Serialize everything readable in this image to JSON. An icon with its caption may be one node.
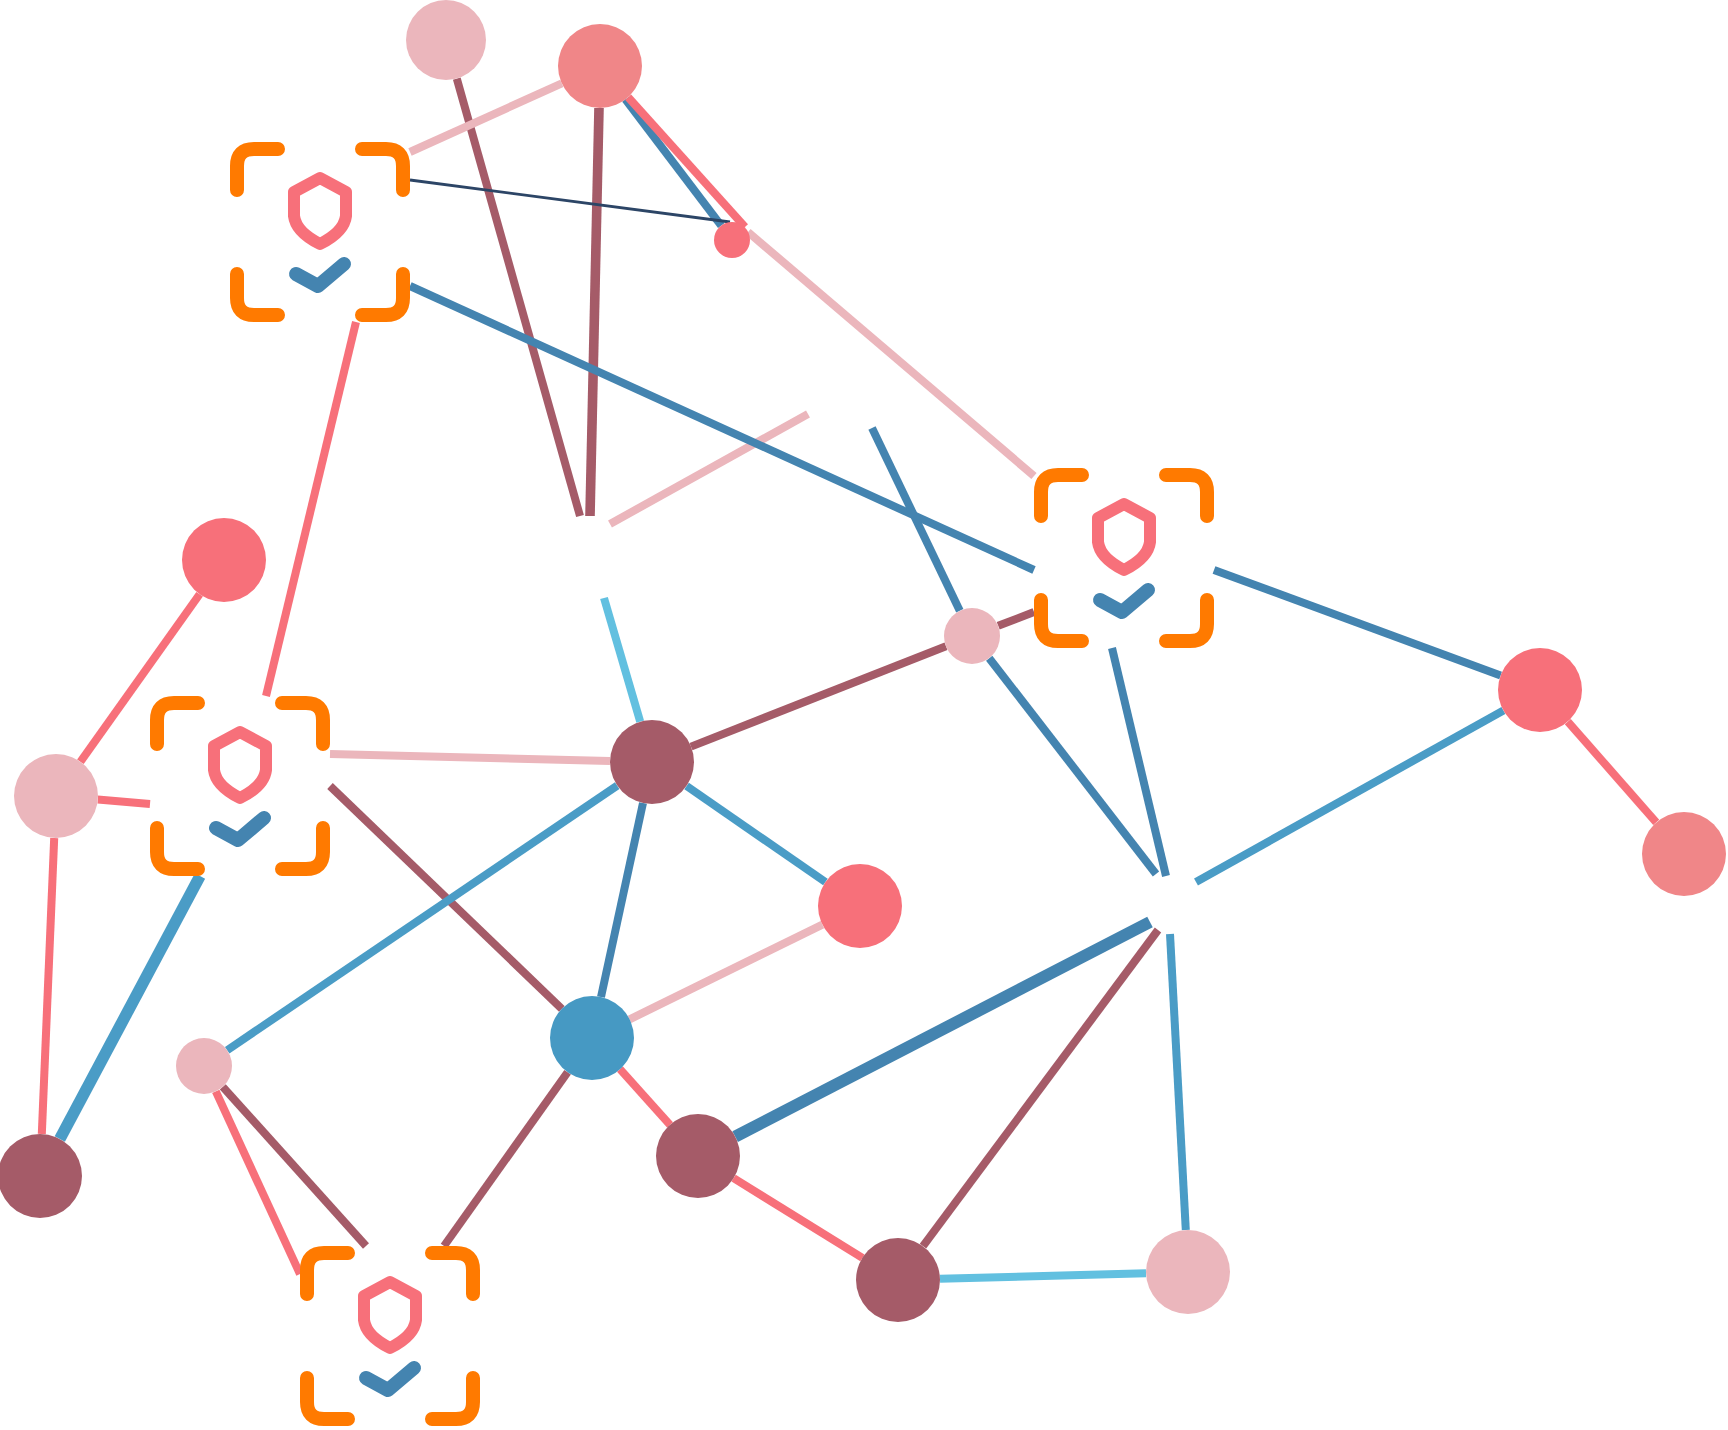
{
  "diagram": {
    "nodes": [
      {
        "text": [],
        "shape": "circle"
      },
      {
        "text": [],
        "shape": "circle"
      },
      {
        "text": [],
        "shape": "shield"
      },
      {
        "text": [],
        "shape": "circle"
      },
      {
        "text": [],
        "shape": "circle"
      },
      {
        "text": [],
        "shape": "shield"
      },
      {
        "text": [],
        "shape": "circle"
      },
      {
        "text": [],
        "shape": "circle"
      },
      {
        "text": [],
        "shape": "circle"
      },
      {
        "text": [],
        "shape": "shield"
      },
      {
        "text": [],
        "shape": "circle"
      },
      {
        "text": [],
        "shape": "circle"
      },
      {
        "text": [],
        "shape": "circle"
      },
      {
        "text": [],
        "shape": "circle"
      },
      {
        "text": [],
        "shape": "circle"
      },
      {
        "text": [],
        "shape": "circle"
      },
      {
        "text": [],
        "shape": "circle"
      },
      {
        "text": [],
        "shape": "shield"
      },
      {
        "text": [],
        "shape": "circle"
      },
      {
        "text": [],
        "shape": "circle"
      }
    ],
    "edges": [
      {
        "from": 0,
        "to": null,
        "arrow": "none",
        "color": "#a55b68"
      },
      {
        "from": 1,
        "to": 2,
        "arrow": "none",
        "color": "#ebb6bc"
      },
      {
        "from": 1,
        "to": null,
        "arrow": "none",
        "color": "#a55b68"
      },
      {
        "from": 1,
        "to": 3,
        "arrow": "none",
        "color": "#4484b0"
      },
      {
        "from": 1,
        "to": 3,
        "arrow": "none"
      },
      {
        "from": 2,
        "to": 3,
        "arrow": "none",
        "color": "#2c4566"
      },
      {
        "from": 2,
        "to": 5,
        "arrow": "none",
        "color": "#4484b0"
      },
      {
        "from": 2,
        "to": 9,
        "arrow": "none"
      },
      {
        "from": 3,
        "to": 5,
        "arrow": "none",
        "color": "#ebb6bc"
      },
      {
        "from": null,
        "to": 6,
        "arrow": "none",
        "color": "#4484b0"
      },
      {
        "from": 4,
        "to": 8,
        "arrow": "none"
      },
      {
        "from": 5,
        "to": 7,
        "arrow": "none",
        "color": "#4484b0"
      },
      {
        "from": 5,
        "to": null,
        "arrow": "none",
        "color": "#4484b0"
      },
      {
        "from": 6,
        "to": 5,
        "arrow": "none",
        "color": "#a55b68"
      },
      {
        "from": 6,
        "to": null,
        "arrow": "none",
        "color": "#4484b0"
      },
      {
        "from": 7,
        "to": 12,
        "arrow": "none"
      },
      {
        "from": 7,
        "to": null,
        "arrow": "none",
        "color": "#4a9cc6"
      },
      {
        "from": 8,
        "to": 9,
        "arrow": "none"
      },
      {
        "from": 8,
        "to": 15,
        "arrow": "none"
      },
      {
        "from": 9,
        "to": 10,
        "arrow": "none",
        "color": "#ebb6bc"
      },
      {
        "from": 9,
        "to": 14,
        "arrow": "none",
        "color": "#a55b68"
      },
      {
        "from": 9,
        "to": 15,
        "arrow": "none",
        "color": "#4a9cc6"
      },
      {
        "from": 10,
        "to": null,
        "arrow": "none",
        "color": "#62c0e0"
      },
      {
        "from": 10,
        "to": 6,
        "arrow": "none",
        "color": "#a55b68"
      },
      {
        "from": 10,
        "to": 11,
        "arrow": "none",
        "color": "#4a9cc6"
      },
      {
        "from": 10,
        "to": 13,
        "arrow": "none",
        "color": "#4a9cc6"
      },
      {
        "from": 10,
        "to": 14,
        "arrow": "none",
        "color": "#4484b0"
      },
      {
        "from": 11,
        "to": 14,
        "arrow": "none",
        "color": "#ebb6bc"
      },
      {
        "from": 13,
        "to": 17,
        "arrow": "none"
      },
      {
        "from": 13,
        "to": 17,
        "arrow": "none",
        "color": "#a55b68"
      },
      {
        "from": 14,
        "to": 16,
        "arrow": "none"
      },
      {
        "from": 14,
        "to": 17,
        "arrow": "none",
        "color": "#a55b68"
      },
      {
        "from": 16,
        "to": 18,
        "arrow": "none"
      },
      {
        "from": 16,
        "to": null,
        "arrow": "none",
        "color": "#4484b0"
      },
      {
        "from": 18,
        "to": 19,
        "arrow": "none",
        "color": "#62c0e0"
      },
      {
        "from": 18,
        "to": null,
        "arrow": "none",
        "color": "#a55b68"
      },
      {
        "from": 19,
        "to": null,
        "arrow": "none",
        "color": "#4a9cc6"
      }
    ]
  }
}
